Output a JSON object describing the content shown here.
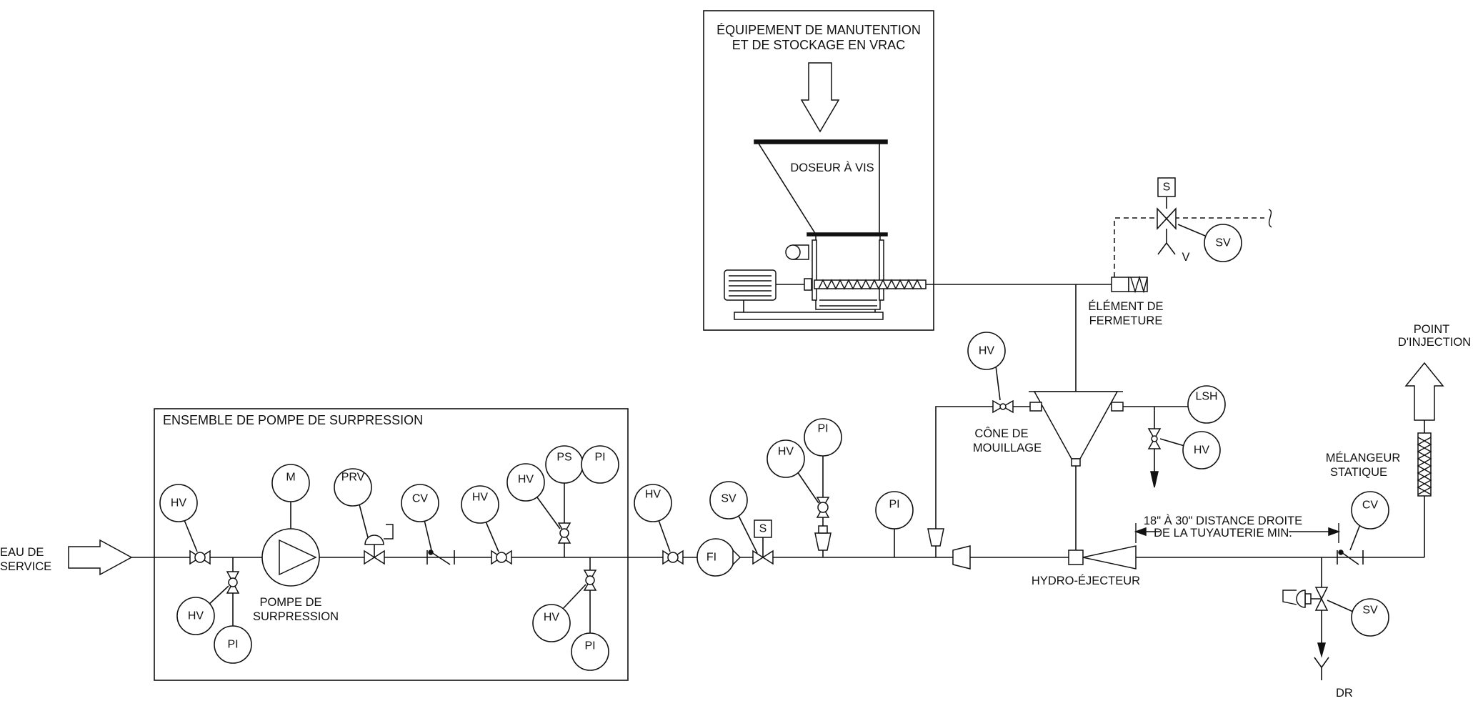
{
  "boxes": {
    "bulk_title_1": "ÉQUIPEMENT DE MANUTENTION",
    "bulk_title_2": "ET DE STOCKAGE EN VRAC",
    "booster_title": "ENSEMBLE DE POMPE DE SURPRESSION"
  },
  "labels": {
    "service_water_1": "EAU DE",
    "service_water_2": "SERVICE",
    "screw_feeder": "DOSEUR À VIS",
    "closing_element_1": "ÉLÉMENT DE",
    "closing_element_2": "FERMETURE",
    "wetting_cone_1": "CÔNE DE",
    "wetting_cone_2": "MOUILLAGE",
    "booster_pump_1": "POMPE DE",
    "booster_pump_2": "SURPRESSION",
    "hydro_ejector": "HYDRO-ÉJECTEUR",
    "straight_run_1": "18\" À 30\" DISTANCE DROITE",
    "straight_run_2": "DE LA TUYAUTERIE MIN.",
    "static_mixer_1": "MÉLANGEUR",
    "static_mixer_2": "STATIQUE",
    "injection_point_1": "POINT",
    "injection_point_2": "D'INJECTION",
    "drain": "DR",
    "vent": "V",
    "solenoid": "S"
  },
  "instruments": {
    "hv": "HV",
    "pi": "PI",
    "m": "M",
    "prv": "PRV",
    "cv": "CV",
    "ps": "PS",
    "fi": "FI",
    "sv": "SV",
    "lsh": "LSH"
  }
}
